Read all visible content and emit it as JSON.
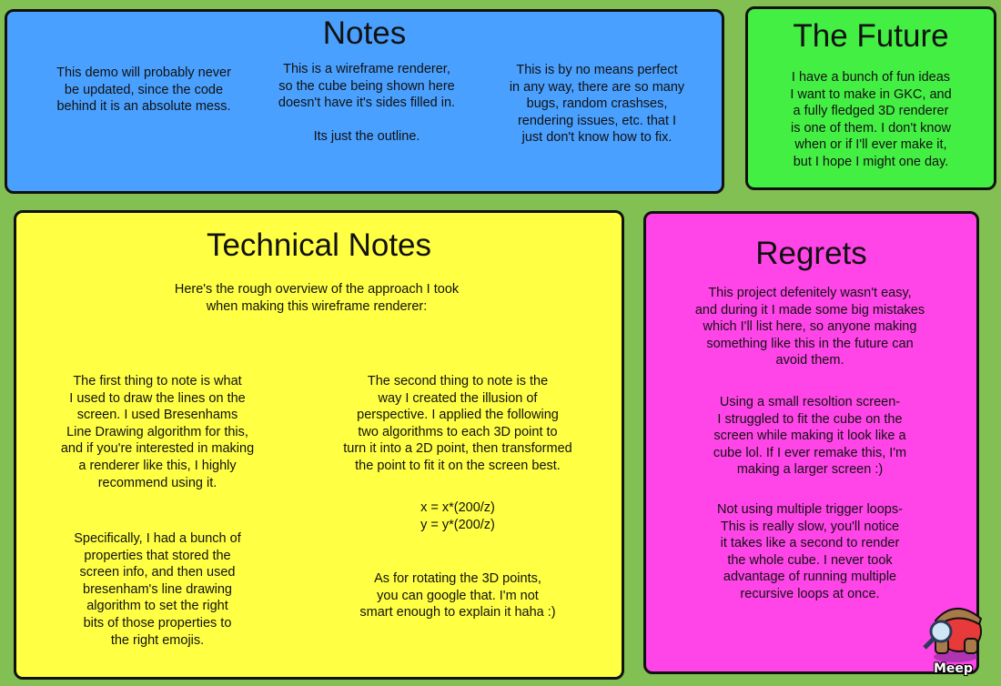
{
  "notes": {
    "title": "Notes",
    "col1": "This demo will probably never\nbe updated, since the code\nbehind it is an absolute mess.",
    "col2": "This is a wireframe renderer,\nso the cube being shown here\ndoesn't have it's sides filled in.\n\nIts just the outline.",
    "col3": "This is by no means perfect\nin any way, there are so many\nbugs, random crashses,\nrendering issues, etc. that I\njust don't know how to fix."
  },
  "future": {
    "title": "The Future",
    "body": "I have a bunch of fun ideas\nI want to make in GKC, and\na fully fledged 3D renderer\nis one of them. I don't know\nwhen or if I'll ever make it,\nbut I hope I might one day."
  },
  "tech": {
    "title": "Technical Notes",
    "intro": "Here's the rough overview of the approach I took\nwhen making this wireframe renderer:",
    "left1": "The first thing to note is what\nI used to draw the lines on the\nscreen. I used Bresenhams\nLine Drawing algorithm for this,\nand if you're interested in making\na renderer like this, I highly\nrecommend using it.",
    "left2": "Specifically, I had a bunch of\nproperties that stored the\nscreen info, and then used\nbresenham's line drawing\nalgorithm to set the right\nbits of those properties to\nthe right emojis.",
    "right1": "The second thing to note is the\nway I created the illusion of\nperspective. I applied the following\ntwo algorithms to each 3D point to\nturn it into a 2D point, then transformed\nthe point to fit it on the screen best.",
    "formula": "x = x*(200/z)\ny = y*(200/z)",
    "right2": "As for rotating the 3D points,\nyou can google that. I'm not\nsmart enough to explain it haha :)"
  },
  "regrets": {
    "title": "Regrets",
    "intro": "This project defenitely wasn't easy,\nand during it I made some big mistakes\nwhich I'll list here, so anyone making\nsomething like this in the future can\navoid them.",
    "item1": "Using a small resoltion screen-\nI struggled to fit the cube on the\nscreen while making it look like a\ncube lol. If I ever remake this, I'm\nmaking a larger screen :)",
    "item2": "Not using multiple trigger loops-\nThis is really slow, you'll notice\nit takes like a second to render\nthe whole cube. I never took\nadvantage of running multiple\nrecursive loops at once."
  },
  "player": {
    "name": "Meep"
  }
}
